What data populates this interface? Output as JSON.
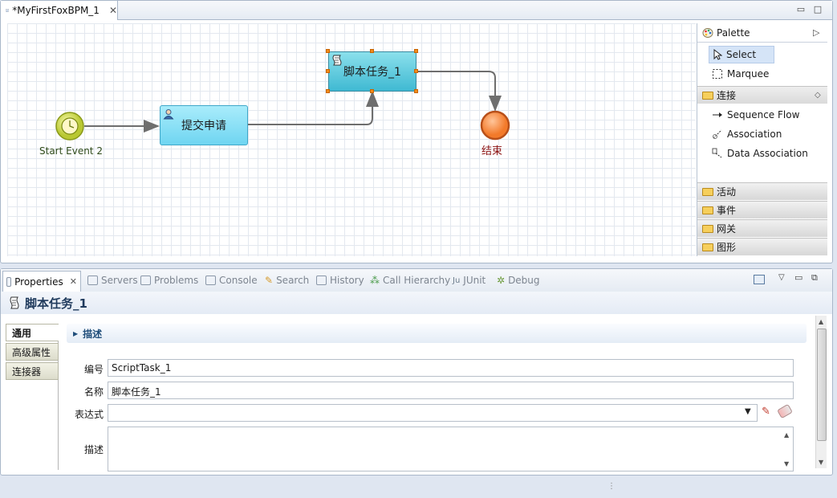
{
  "editor": {
    "tab_title": "*MyFirstFoxBPM_1",
    "minimize": "▭",
    "maximize": "□"
  },
  "diagram": {
    "start_event": {
      "label": "Start Event 2"
    },
    "user_task": {
      "label": "提交申请"
    },
    "script_task": {
      "label": "脚本任务_1"
    },
    "end_event": {
      "label": "结束"
    }
  },
  "palette": {
    "title": "Palette",
    "tools": [
      {
        "label": "Select"
      },
      {
        "label": "Marquee"
      }
    ],
    "drawers": {
      "connections": {
        "label": "连接",
        "items": [
          {
            "label": "Sequence Flow"
          },
          {
            "label": "Association"
          },
          {
            "label": "Data Association"
          }
        ]
      },
      "activities": {
        "label": "活动"
      },
      "events": {
        "label": "事件"
      },
      "gateways": {
        "label": "网关"
      },
      "shapes": {
        "label": "图形"
      }
    }
  },
  "views": {
    "tabs": [
      {
        "label": "Properties"
      },
      {
        "label": "Servers"
      },
      {
        "label": "Problems"
      },
      {
        "label": "Console"
      },
      {
        "label": "Search"
      },
      {
        "label": "History"
      },
      {
        "label": "Call Hierarchy"
      },
      {
        "label": "JUnit"
      },
      {
        "label": "Debug"
      }
    ]
  },
  "properties": {
    "title": "脚本任务_1",
    "side_tabs": [
      {
        "label": "通用"
      },
      {
        "label": "高级属性"
      },
      {
        "label": "连接器"
      }
    ],
    "section_title": "描述",
    "fields": {
      "id_label": "编号",
      "id_value": "ScriptTask_1",
      "name_label": "名称",
      "name_value": "脚本任务_1",
      "expression_label": "表达式",
      "expression_value": "",
      "description_label": "描述",
      "description_value": ""
    }
  }
}
